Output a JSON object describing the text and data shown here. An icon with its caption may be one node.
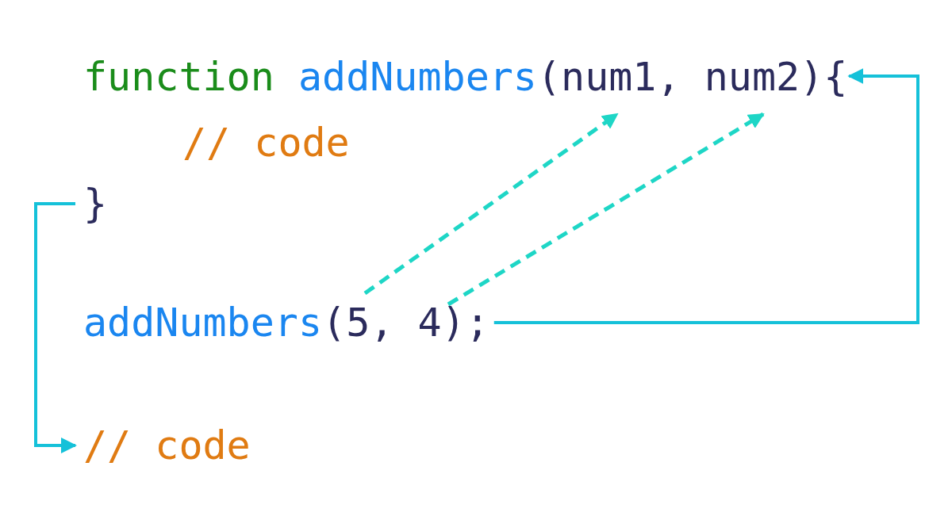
{
  "diagram": {
    "nodes": [
      {
        "text": [
          "function",
          "addNumbers",
          "(num1, num2){"
        ]
      },
      {
        "text": [
          "}"
        ]
      },
      {
        "text": [
          "addNumbers",
          "(5, 4);"
        ]
      },
      {
        "text": [
          "// code"
        ]
      }
    ],
    "edges": [
      {
        "from": 2,
        "to": 0,
        "arrow": "to",
        "style": "dashed",
        "color": "#1ed6c6"
      },
      {
        "from": 2,
        "to": 0,
        "arrow": "to",
        "style": "dashed",
        "color": "#1ed6c6"
      },
      {
        "from": 2,
        "to": 0,
        "arrow": "to"
      },
      {
        "from": 1,
        "to": 3,
        "arrow": "to"
      }
    ],
    "labels": [
      "// code"
    ]
  }
}
